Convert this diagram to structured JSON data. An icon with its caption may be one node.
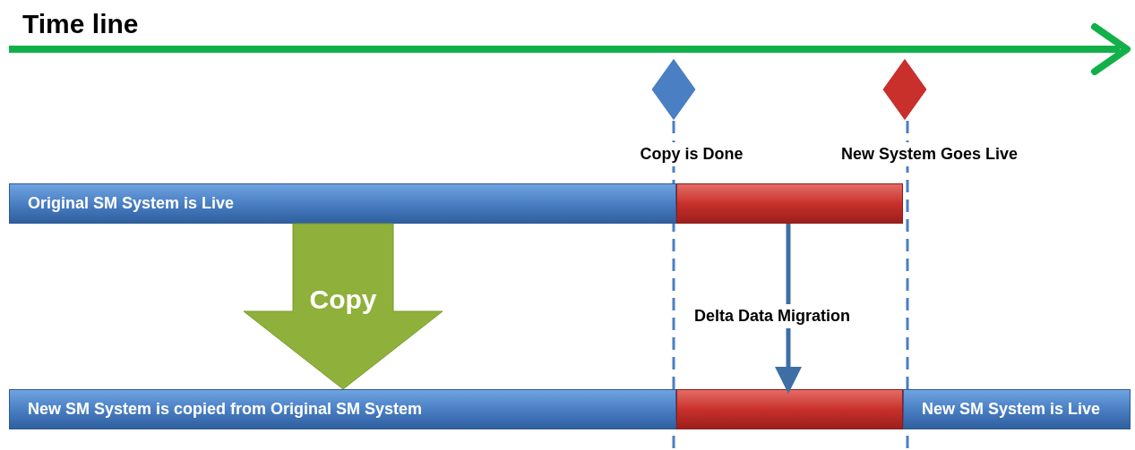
{
  "diagram": {
    "title": "Time line",
    "nodes": [
      {
        "text": [],
        "shape": "diamond",
        "beside": [
          "Copy is Done"
        ]
      },
      {
        "text": [],
        "shape": "diamond",
        "beside": [
          "New System Goes Live"
        ]
      },
      {
        "text": [
          "Original SM System is Live"
        ]
      },
      {
        "text": [],
        "shape": "bar"
      },
      {
        "text": [
          "New SM System is copied from Original SM System"
        ]
      },
      {
        "text": [],
        "shape": "bar"
      },
      {
        "text": [
          "New SM System is Live"
        ]
      }
    ],
    "edges": [
      {
        "from": 2,
        "to": 4,
        "arrow": "to",
        "label": "Copy",
        "style": "thick",
        "color": "#8fb03a"
      },
      {
        "from": 3,
        "to": 5,
        "arrow": "to",
        "label": "Delta Data Migration",
        "color": "#3e6ea6"
      }
    ]
  }
}
